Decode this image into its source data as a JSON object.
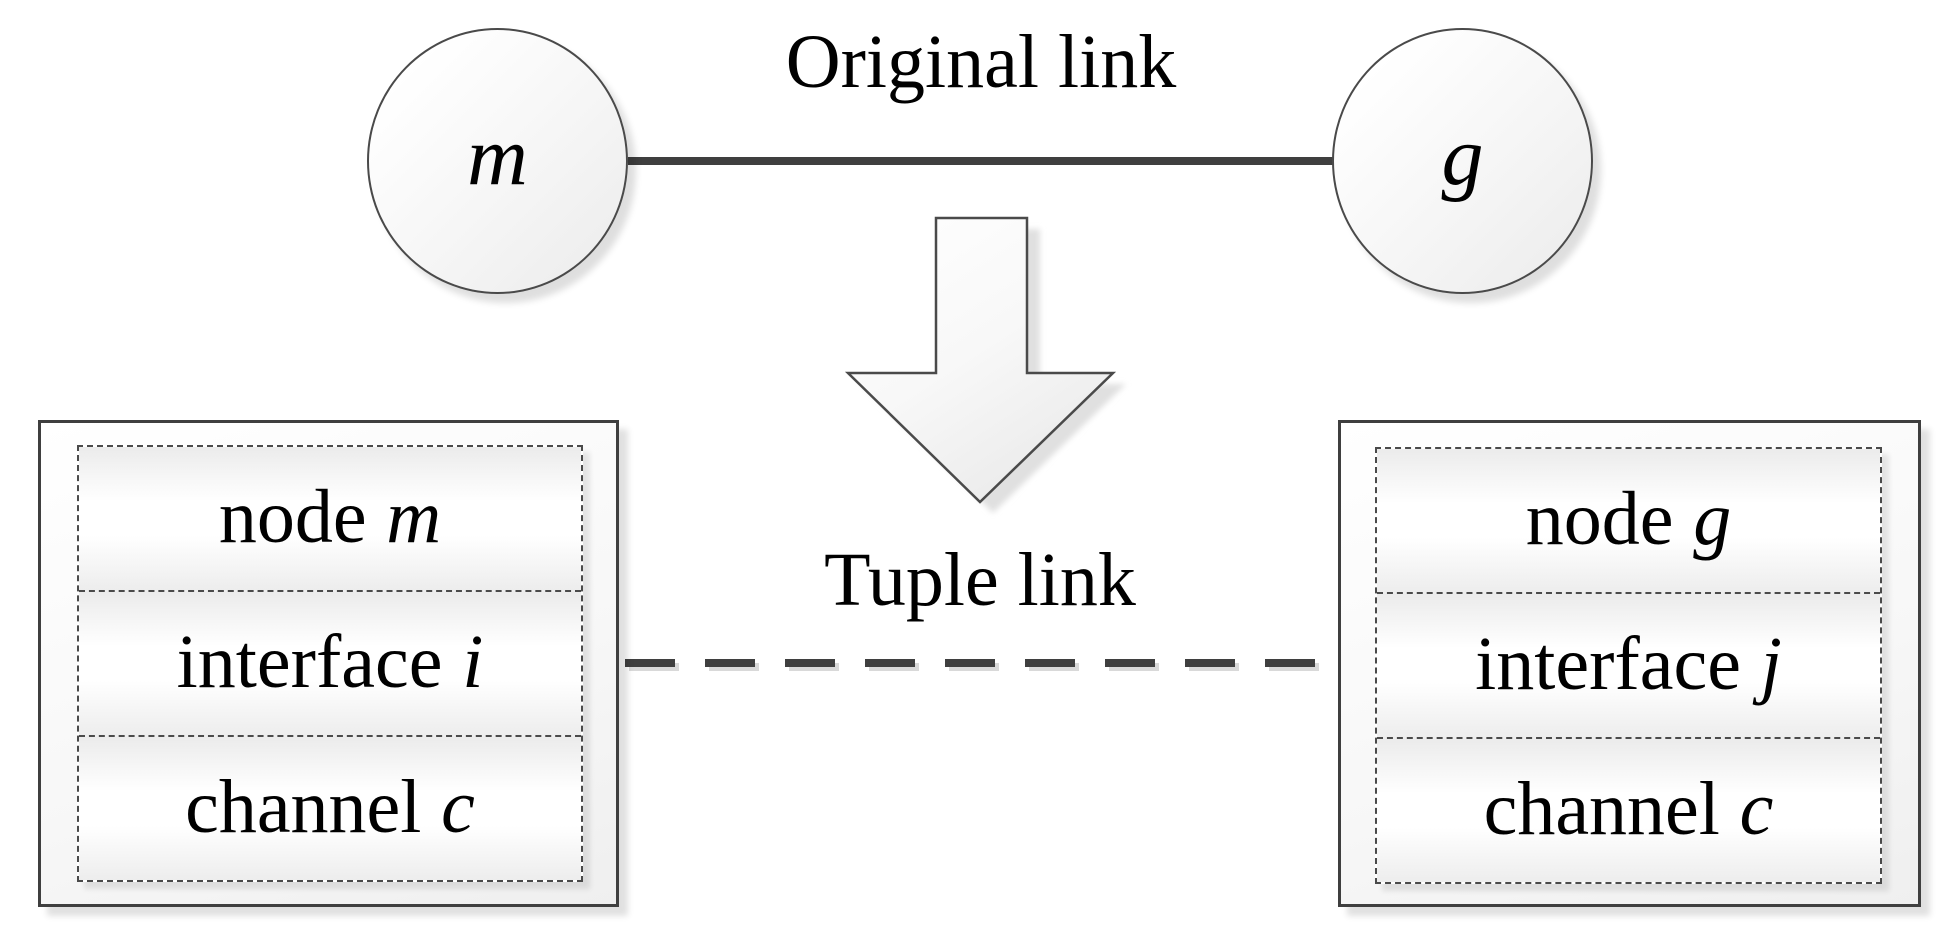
{
  "labels": {
    "original_link": "Original link",
    "tuple_link": "Tuple link"
  },
  "circles": [
    {
      "label": "m"
    },
    {
      "label": "g"
    }
  ],
  "tuples": {
    "left": {
      "rows": [
        {
          "label": "node",
          "var": "m"
        },
        {
          "label": "interface",
          "var": "i"
        },
        {
          "label": "channel",
          "var": "c"
        }
      ]
    },
    "right": {
      "rows": [
        {
          "label": "node",
          "var": "g"
        },
        {
          "label": "interface",
          "var": "j"
        },
        {
          "label": "channel",
          "var": "c"
        }
      ]
    }
  },
  "colors": {
    "line": "#3f3f3f",
    "box_border": "#3f3f3f",
    "dashed_border": "#4a4a4a",
    "text": "#000000",
    "shadow": "#dddddd",
    "fill_light": "#ffffff",
    "fill_gray": "#ececec"
  }
}
